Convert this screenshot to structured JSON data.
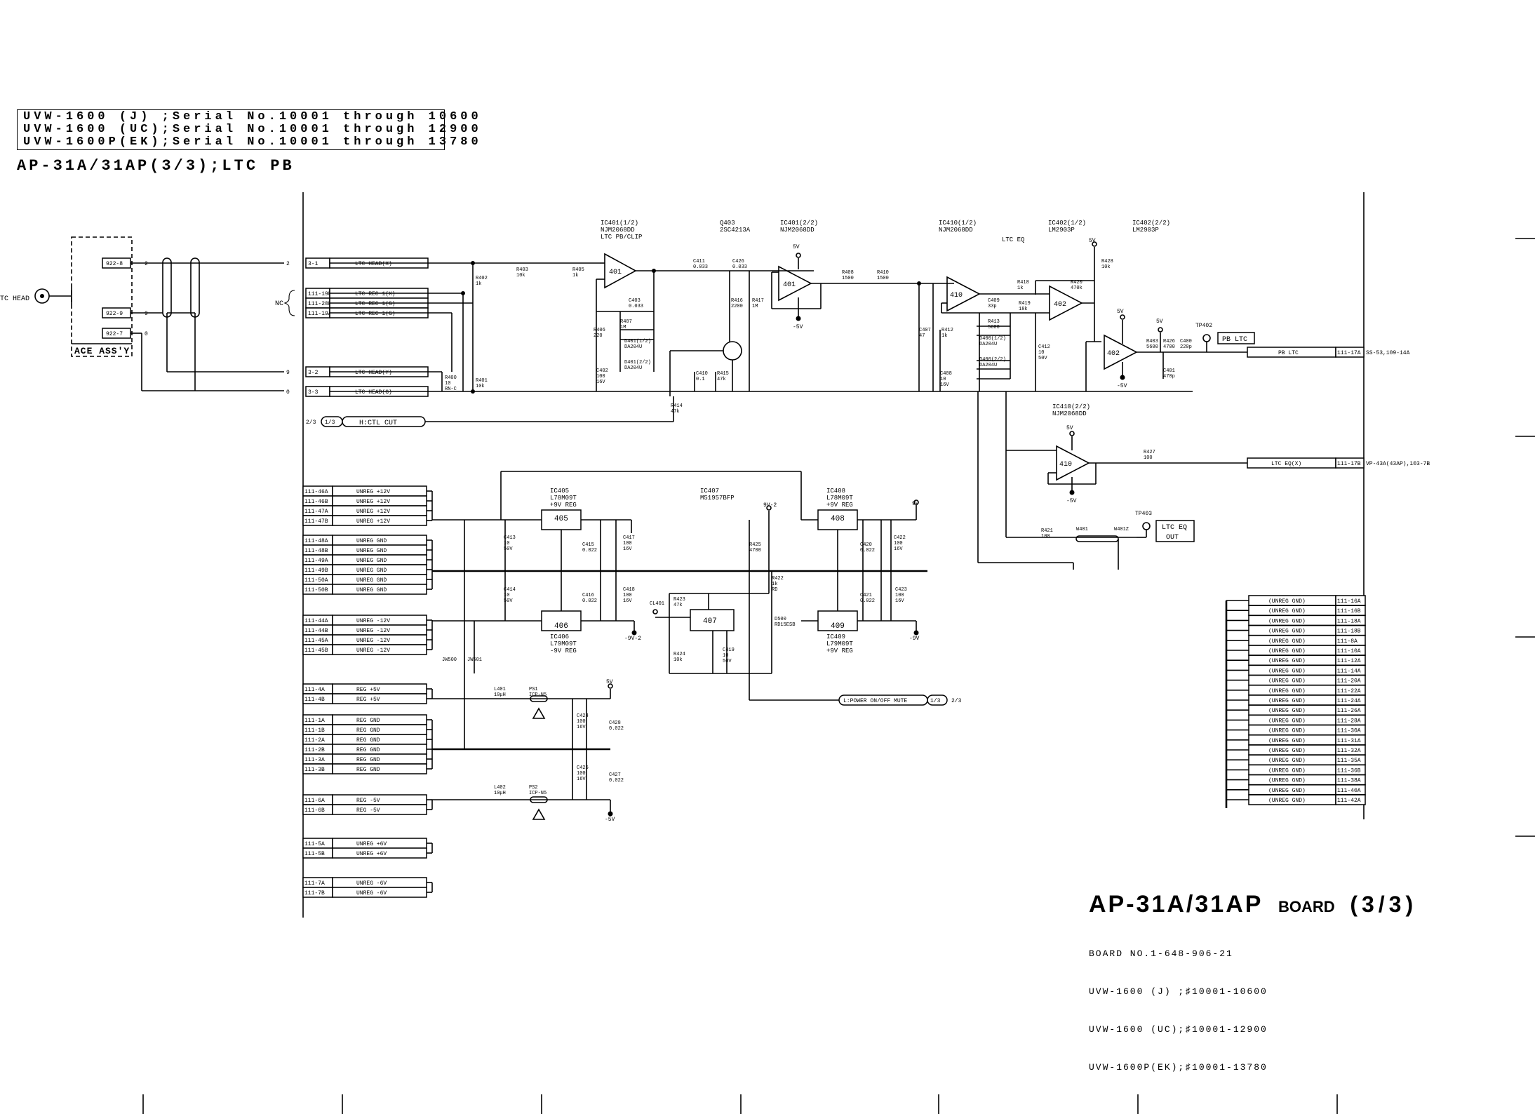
{
  "serial_box": {
    "lines": [
      "UVW-1600 (J) ;Serial No.10001 through 10600",
      "UVW-1600 (UC);Serial No.10001 through 12900",
      "UVW-1600P(EK);Serial No.10001 through 13780"
    ]
  },
  "sheet_title": "AP-31A/31AP(3/3);LTC PB",
  "left_assy": {
    "label": "ACE ASS'Y",
    "head": "TC HEAD",
    "pins": [
      "922-8",
      "922-9",
      "922-7"
    ],
    "pin_nums": [
      "2",
      "9",
      "0"
    ]
  },
  "nc_label": "NC",
  "inputs": [
    {
      "conn": "3-1",
      "pin": "2",
      "name": "LTC HEAD(X)"
    },
    {
      "conn": "111-19B",
      "pin": "",
      "name": "LTC REC 1(X)"
    },
    {
      "conn": "111-20B",
      "pin": "",
      "name": "LTC REC 1(G)"
    },
    {
      "conn": "111-19A",
      "pin": "",
      "name": "LTC REC 1(G)"
    },
    {
      "conn": "3-2",
      "pin": "9",
      "name": "LTC HEAD(Y)"
    },
    {
      "conn": "3-3",
      "pin": "0",
      "name": "LTC HEAD(G)"
    }
  ],
  "ctl": {
    "ref": "2/3",
    "sheet": "1/3",
    "name": "H:CTL CUT"
  },
  "supply_groups": [
    [
      [
        "111-46A",
        "UNREG +12V"
      ],
      [
        "111-46B",
        "UNREG +12V"
      ],
      [
        "111-47A",
        "UNREG +12V"
      ],
      [
        "111-47B",
        "UNREG +12V"
      ]
    ],
    [
      [
        "111-48A",
        "UNREG GND"
      ],
      [
        "111-48B",
        "UNREG GND"
      ],
      [
        "111-49A",
        "UNREG GND"
      ],
      [
        "111-49B",
        "UNREG GND"
      ],
      [
        "111-50A",
        "UNREG GND"
      ],
      [
        "111-50B",
        "UNREG GND"
      ]
    ],
    [
      [
        "111-44A",
        "UNREG -12V"
      ],
      [
        "111-44B",
        "UNREG -12V"
      ],
      [
        "111-45A",
        "UNREG -12V"
      ],
      [
        "111-45B",
        "UNREG -12V"
      ]
    ],
    [
      [
        "111-4A",
        "REG +5V"
      ],
      [
        "111-4B",
        "REG +5V"
      ]
    ],
    [
      [
        "111-1A",
        "REG GND"
      ],
      [
        "111-1B",
        "REG GND"
      ],
      [
        "111-2A",
        "REG GND"
      ],
      [
        "111-2B",
        "REG GND"
      ],
      [
        "111-3A",
        "REG GND"
      ],
      [
        "111-3B",
        "REG GND"
      ]
    ],
    [
      [
        "111-6A",
        "REG -5V"
      ],
      [
        "111-6B",
        "REG -5V"
      ]
    ],
    [
      [
        "111-5A",
        "UNREG +6V"
      ],
      [
        "111-5B",
        "UNREG +6V"
      ]
    ],
    [
      [
        "111-7A",
        "UNREG -6V"
      ],
      [
        "111-7B",
        "UNREG -6V"
      ]
    ]
  ],
  "right_gnd": {
    "label": "(UNREG GND)",
    "conns": [
      "111-16A",
      "111-16B",
      "111-18A",
      "111-18B",
      "111-8A",
      "111-10A",
      "111-12A",
      "111-14A",
      "111-20A",
      "111-22A",
      "111-24A",
      "111-26A",
      "111-28A",
      "111-30A",
      "111-31A",
      "111-32A",
      "111-35A",
      "111-36B",
      "111-38A",
      "111-40A",
      "111-42A"
    ]
  },
  "ic_labels": {
    "ic401a": [
      "IC401(1/2)",
      "NJM2068DD",
      "LTC PB/CLIP"
    ],
    "q403": [
      "Q403",
      "2SC4213A"
    ],
    "ic401b": [
      "IC401(2/2)",
      "NJM2068DD"
    ],
    "ic410a": [
      "IC410(1/2)",
      "NJM2068DD"
    ],
    "ltc_eq": "LTC EQ",
    "ic402a": [
      "IC402(1/2)",
      "LM2903P"
    ],
    "ic402b": [
      "IC402(2/2)",
      "LM2903P"
    ],
    "ic410b": [
      "IC410(2/2)",
      "NJM2068DD"
    ],
    "ic405": [
      "IC405",
      "L78M09T",
      "+9V REG"
    ],
    "ic407": [
      "IC407",
      "M51957BFP"
    ],
    "ic408": [
      "IC408",
      "L78M09T",
      "+9V REG"
    ],
    "ic406": [
      "IC406",
      "L79M09T",
      "-9V REG"
    ],
    "ic409": [
      "IC409",
      "L79M09T",
      "+9V REG"
    ]
  },
  "opamp_nums": {
    "u401a": "401",
    "u401b": "401",
    "u410a": "410",
    "u402a": "402",
    "u402b": "402",
    "u410b": "410"
  },
  "reg_nums": {
    "r405": "405",
    "r406": "406",
    "r407": "407",
    "r408": "408",
    "r409": "409"
  },
  "comp_labels": [
    [
      "R403",
      "10k"
    ],
    [
      "R405",
      "1k"
    ],
    [
      "R402",
      "1k"
    ],
    [
      "R400",
      "10",
      "RN-C"
    ],
    [
      "R401",
      "10k"
    ],
    [
      "C411",
      "0.033"
    ],
    [
      "C426",
      "0.033"
    ],
    [
      "C403",
      "0.033"
    ],
    [
      "R406",
      "220"
    ],
    [
      "R407",
      "1M"
    ],
    [
      "D401(1/2)",
      "DA204U"
    ],
    [
      "D401(2/2)",
      "DA204U"
    ],
    [
      "C402",
      "100",
      "16V"
    ],
    [
      "R416",
      "2200"
    ],
    [
      "R417",
      "1M"
    ],
    [
      "C410",
      "0.1"
    ],
    [
      "R415",
      "47k"
    ],
    [
      "R414",
      "47k"
    ],
    [
      "R408",
      "1500"
    ],
    [
      "R410",
      "1500"
    ],
    [
      "C407",
      "47"
    ],
    [
      "R412",
      "1k"
    ],
    [
      "C408",
      "10",
      "16V"
    ],
    [
      "R418",
      "1k"
    ],
    [
      "R419",
      "18k"
    ],
    [
      "C409",
      "33p"
    ],
    [
      "R413",
      "5600"
    ],
    [
      "D400(1/2)",
      "DA204U"
    ],
    [
      "D400(2/2)",
      "DA204U"
    ],
    [
      "R420",
      "470k"
    ],
    [
      "R428",
      "10k"
    ],
    [
      "C412",
      "10",
      "50V"
    ],
    [
      "R403",
      "5600"
    ],
    [
      "R426",
      "4700"
    ],
    [
      "C400",
      "220p"
    ],
    [
      "C401",
      "470p"
    ],
    [
      "R427",
      "100"
    ],
    [
      "R421",
      "100"
    ],
    [
      "W401"
    ],
    [
      "W401Z"
    ],
    [
      "C413",
      "10",
      "50V"
    ],
    [
      "C415",
      "0.022"
    ],
    [
      "C417",
      "100",
      "16V"
    ],
    [
      "C414",
      "10",
      "50V"
    ],
    [
      "C416",
      "0.022"
    ],
    [
      "C418",
      "100",
      "16V"
    ],
    [
      "R425",
      "4700"
    ],
    [
      "C420",
      "0.022"
    ],
    [
      "C422",
      "100",
      "16V"
    ],
    [
      "R422",
      "1k",
      "RD"
    ],
    [
      "C421",
      "0.022"
    ],
    [
      "C423",
      "100",
      "16V"
    ],
    [
      "R423",
      "47k"
    ],
    [
      "R424",
      "10k"
    ],
    [
      "C419",
      "10",
      "50V"
    ],
    [
      "CL401"
    ],
    [
      "D500",
      "RD15ESB"
    ],
    [
      "L401",
      "10μH"
    ],
    [
      "PS1",
      "ICP-N5"
    ],
    [
      "C424",
      "100",
      "16V"
    ],
    [
      "C428",
      "0.022"
    ],
    [
      "C425",
      "100",
      "16V"
    ],
    [
      "C427",
      "0.022"
    ],
    [
      "L402",
      "10μH"
    ],
    [
      "PS2",
      "ICP-N5"
    ],
    [
      "JW500"
    ],
    [
      "JW501"
    ]
  ],
  "rails": {
    "p5v": "5V",
    "m5v": "-5V",
    "p9v": "9V",
    "p9v2": "9V-2",
    "m9v2": "-9V-2",
    "m9v": "-9V"
  },
  "testpoints": {
    "tp402": "TP402",
    "pb_ltc": "PB LTC",
    "tp403": "TP403",
    "ltc_eq_out_a": "LTC EQ",
    "ltc_eq_out_b": "OUT"
  },
  "outputs": [
    {
      "name": "PB LTC",
      "conn": "111-17A",
      "dest": "SS-53,109-14A"
    },
    {
      "name": "LTC EQ(X)",
      "conn": "111-17B",
      "dest": "VP-43A(43AP),103-7B"
    }
  ],
  "power_mute": {
    "name": "L:POWER ON/OFF MUTE",
    "sheet": "1/3",
    "ref": "2/3"
  },
  "gnd_label": "2",
  "board": {
    "title_big": "AP-31A/31AP",
    "title_small": "BOARD",
    "title_num": "(3/3)",
    "board_no": "BOARD NO.1-648-906-21",
    "lines": [
      "UVW-1600 (J) ;♯10001-10600",
      "UVW-1600 (UC);♯10001-12900",
      "UVW-1600P(EK);♯10001-13780"
    ]
  }
}
